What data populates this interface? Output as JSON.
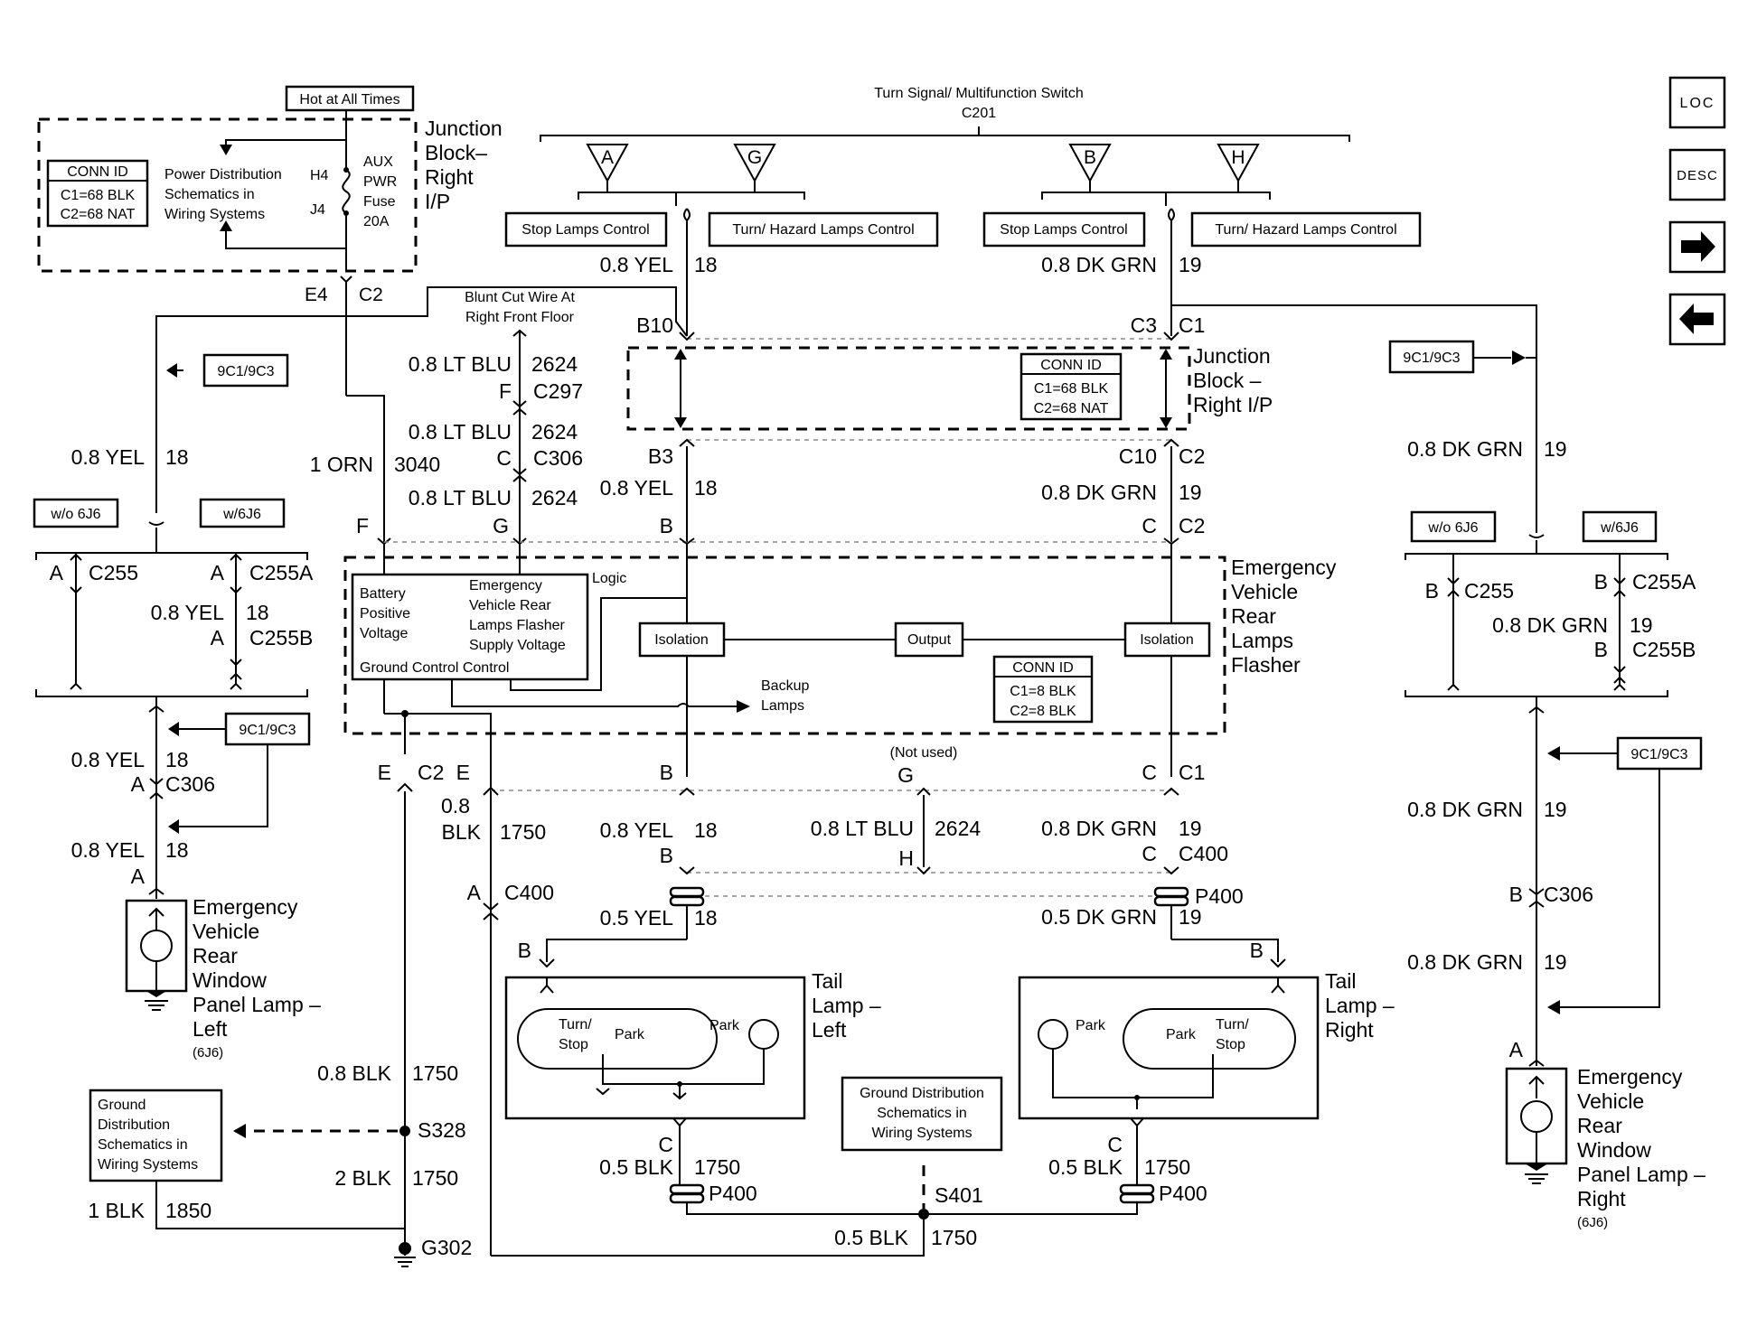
{
  "header": {
    "switch_title": "Turn Signal/ Multifunction Switch",
    "switch_conn": "C201",
    "hot_label": "Hot at All Times"
  },
  "switch_terminals": {
    "a": "A",
    "g": "G",
    "b": "B",
    "h": "H"
  },
  "switch_boxes": {
    "stop_left": "Stop Lamps Control",
    "turn_left": "Turn/ Hazard Lamps Control",
    "stop_right": "Stop Lamps Control",
    "turn_right": "Turn/ Hazard Lamps Control"
  },
  "jb_top": {
    "conn_id_title": "CONN ID",
    "conn_c1": "C1=68 BLK",
    "conn_c2": "C2=68 NAT",
    "pd_line1": "Power Distribution",
    "pd_line2": "Schematics in",
    "pd_line3": "Wiring Systems",
    "h4": "H4",
    "j4": "J4",
    "fuse_line1": "AUX",
    "fuse_line2": "PWR",
    "fuse_line3": "Fuse",
    "fuse_line4": "20A",
    "name_line1": "Junction",
    "name_line2": "Block–",
    "name_line3": "Right",
    "name_line4": "I/P",
    "e4": "E4",
    "c2": "C2"
  },
  "jb_mid": {
    "conn_id_title": "CONN ID",
    "conn_c1": "C1=68 BLK",
    "conn_c2": "C2=68 NAT",
    "name_line1": "Junction",
    "name_line2": "Block –",
    "name_line3": "Right I/P",
    "b10": "B10",
    "c3": "C3",
    "c1": "C1",
    "b3": "B3",
    "c10": "C10",
    "c2": "C2"
  },
  "blunt": {
    "line1": "Blunt Cut Wire At",
    "line2": "Right Front Floor"
  },
  "wires": {
    "yel_08": "0.8 YEL",
    "yel_05": "0.5 YEL",
    "dkgrn_08": "0.8 DK GRN",
    "dkgrn_05": "0.5 DK GRN",
    "ltblu_08": "0.8 LT BLU",
    "orn_1": "1 ORN",
    "blk_08": "0.8 BLK",
    "blk_08_a": "0.8",
    "blk_08_b": "BLK",
    "blk_05": "0.5 BLK",
    "blk_2": "2 BLK",
    "blk_1": "1 BLK",
    "c18": "18",
    "c19": "19",
    "c2624": "2624",
    "c3040": "3040",
    "c1750": "1750",
    "c1850": "1850"
  },
  "connectors": {
    "f": "F",
    "c": "C",
    "g": "G",
    "b": "B",
    "a": "A",
    "e": "E",
    "h": "H",
    "c297": "C297",
    "c306": "C306",
    "c255": "C255",
    "c255a": "C255A",
    "c255b": "C255B",
    "c2": "C2",
    "c1": "C1",
    "c400": "C400",
    "p400": "P400",
    "s328": "S328",
    "s401": "S401",
    "g302": "G302",
    "not_used": "(Not used)"
  },
  "options": {
    "wo6j6": "w/o 6J6",
    "w6j6": "w/6J6",
    "ref": "9C1/9C3"
  },
  "flasher": {
    "battery_line1": "Battery",
    "battery_line2": "Positive",
    "battery_line3": "Voltage",
    "supply_line1": "Emergency",
    "supply_line2": "Vehicle Rear",
    "supply_line3": "Lamps Flasher",
    "supply_line4": "Supply Voltage",
    "logic": "Logic",
    "ground_row": "Ground  Control  Control",
    "isolation": "Isolation",
    "output": "Output",
    "backup_line1": "Backup",
    "backup_line2": "Lamps",
    "conn_id_title": "CONN ID",
    "conn_c1": "C1=8 BLK",
    "conn_c2": "C2=8 BLK",
    "name_line1": "Emergency",
    "name_line2": "Vehicle",
    "name_line3": "Rear",
    "name_line4": "Lamps",
    "name_line5": "Flasher"
  },
  "lamps": {
    "left_panel": [
      "Emergency",
      "Vehicle",
      "Rear",
      "Window",
      "Panel Lamp –",
      "Left"
    ],
    "left_panel_opt": "(6J6)",
    "right_panel": [
      "Emergency",
      "Vehicle",
      "Rear",
      "Window",
      "Panel Lamp –",
      "Right"
    ],
    "right_panel_opt": "(6J6)",
    "tail_left": [
      "Tail",
      "Lamp –",
      "Left"
    ],
    "tail_right": [
      "Tail",
      "Lamp –",
      "Right"
    ],
    "turn": "Turn/",
    "stop": "Stop",
    "park": "Park"
  },
  "ground_dist": {
    "left": [
      "Ground",
      "Distribution",
      "Schematics in",
      "Wiring Systems"
    ],
    "mid": [
      "Ground Distribution",
      "Schematics in",
      "Wiring Systems"
    ]
  },
  "nav": {
    "loc": "LOC",
    "desc": "DESC",
    "next_icon": "arrow-right",
    "prev_icon": "arrow-left"
  }
}
